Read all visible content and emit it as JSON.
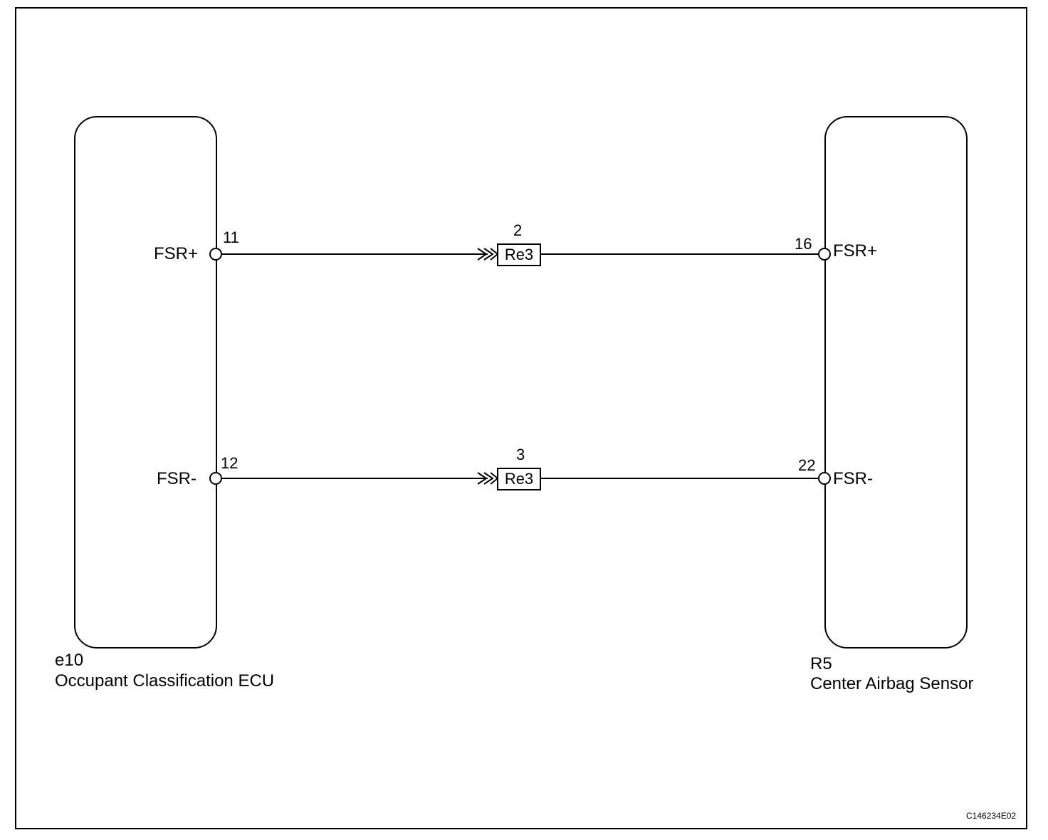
{
  "components": {
    "left": {
      "code": "e10",
      "name": "Occupant Classification ECU"
    },
    "right": {
      "code": "R5",
      "name": "Center Airbag Sensor"
    }
  },
  "circuits": [
    {
      "left_signal": "FSR+",
      "left_pin": "11",
      "junction_connector": "Re3",
      "junction_pin": "2",
      "right_pin": "16",
      "right_signal": "FSR+"
    },
    {
      "left_signal": "FSR-",
      "left_pin": "12",
      "junction_connector": "Re3",
      "junction_pin": "3",
      "right_pin": "22",
      "right_signal": "FSR-"
    }
  ],
  "figure_id": "C146234E02"
}
